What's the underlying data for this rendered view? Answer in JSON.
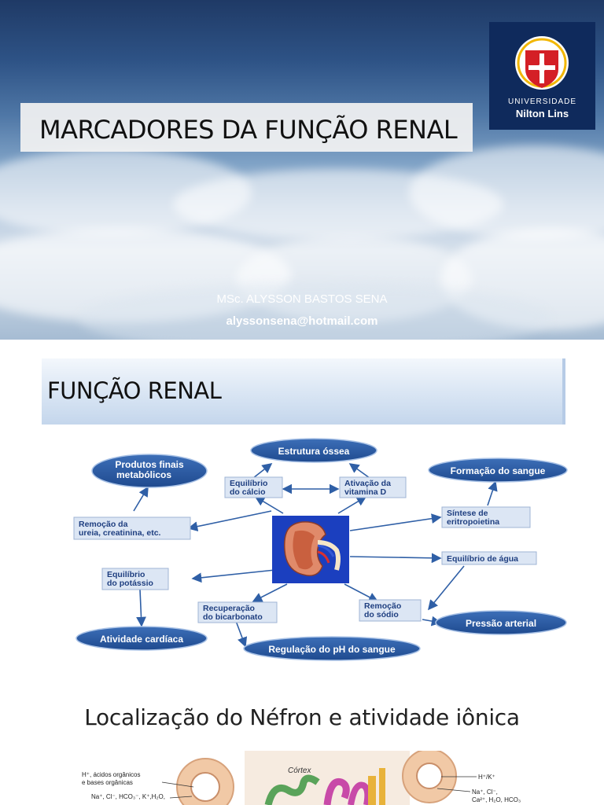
{
  "slide1": {
    "title": "MARCADORES DA FUNÇÃO RENAL",
    "logo": {
      "line1": "UNIVERSIDADE",
      "line2": "Nilton Lins"
    },
    "author": "MSc. ALYSSON BASTOS SENA",
    "email": "alyssonsena@hotmail.com"
  },
  "slide2": {
    "title": "FUNÇÃO RENAL",
    "diagram": {
      "ovals": {
        "produtos": [
          "Produtos finais",
          "metabólicos"
        ],
        "estrutura": "Estrutura óssea",
        "formacao": "Formação do sangue",
        "atividade": "Atividade cardíaca",
        "regulacao": "Regulação do pH do sangue",
        "pressao": "Pressão arterial"
      },
      "boxes": {
        "calcio": [
          "Equilíbrio",
          "do cálcio"
        ],
        "vitamina": [
          "Ativação da",
          "vitamina D"
        ],
        "remocao_ureia": [
          "Remoção da",
          "ureia, creatinina, etc."
        ],
        "sintese": [
          "Síntese de",
          "eritropoietina"
        ],
        "agua": "Equilíbrio de água",
        "potassio": [
          "Equilíbrio",
          "do potássio"
        ],
        "bicarbonato": [
          "Recuperação",
          "do bicarbonato"
        ],
        "sodio": [
          "Remoção",
          "do sódio"
        ]
      }
    }
  },
  "slide3": {
    "title": "Localização do Néfron e atividade iônica",
    "labels": {
      "cortex": "Córtex",
      "left1": "H⁺, ácidos orgânicos",
      "left2": "e bases orgânicas",
      "left3": "Na⁺, Cl⁻, HCO₃⁻, K⁺,H₂O,",
      "right1": "H⁺/K⁺",
      "right2": "Na⁺, Cl⁻,",
      "right3": "Ca²⁺, H₂O, HCO₃"
    }
  }
}
